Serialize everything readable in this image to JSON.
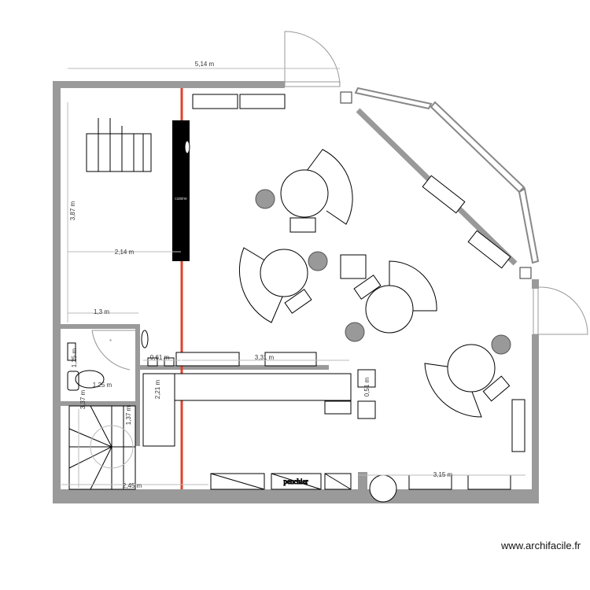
{
  "plan": {
    "dimensions": {
      "top_width": "5,14 m",
      "left_height": "3,87 m",
      "kitchen_offset": "2,14 m",
      "wc_width": "1,3 m",
      "wc_depth": "1,25 m",
      "wc_inner": "1,25 m",
      "lower_height": "3,37 m",
      "stair_height": "1,37 m",
      "small_gap": "0,61 m",
      "counter_length": "3,31 m",
      "counter_block": "2,21 m",
      "chair_gap": "0,51 m",
      "bottom_left": "2,45 m",
      "bottom_right": "3,15 m"
    },
    "labels": {
      "kitchen": "cuisine",
      "cabinet": "penchier"
    },
    "colors": {
      "wall": "#9a9a9a",
      "partition": "#e0412a"
    }
  },
  "watermark": "www.archifacile.fr"
}
